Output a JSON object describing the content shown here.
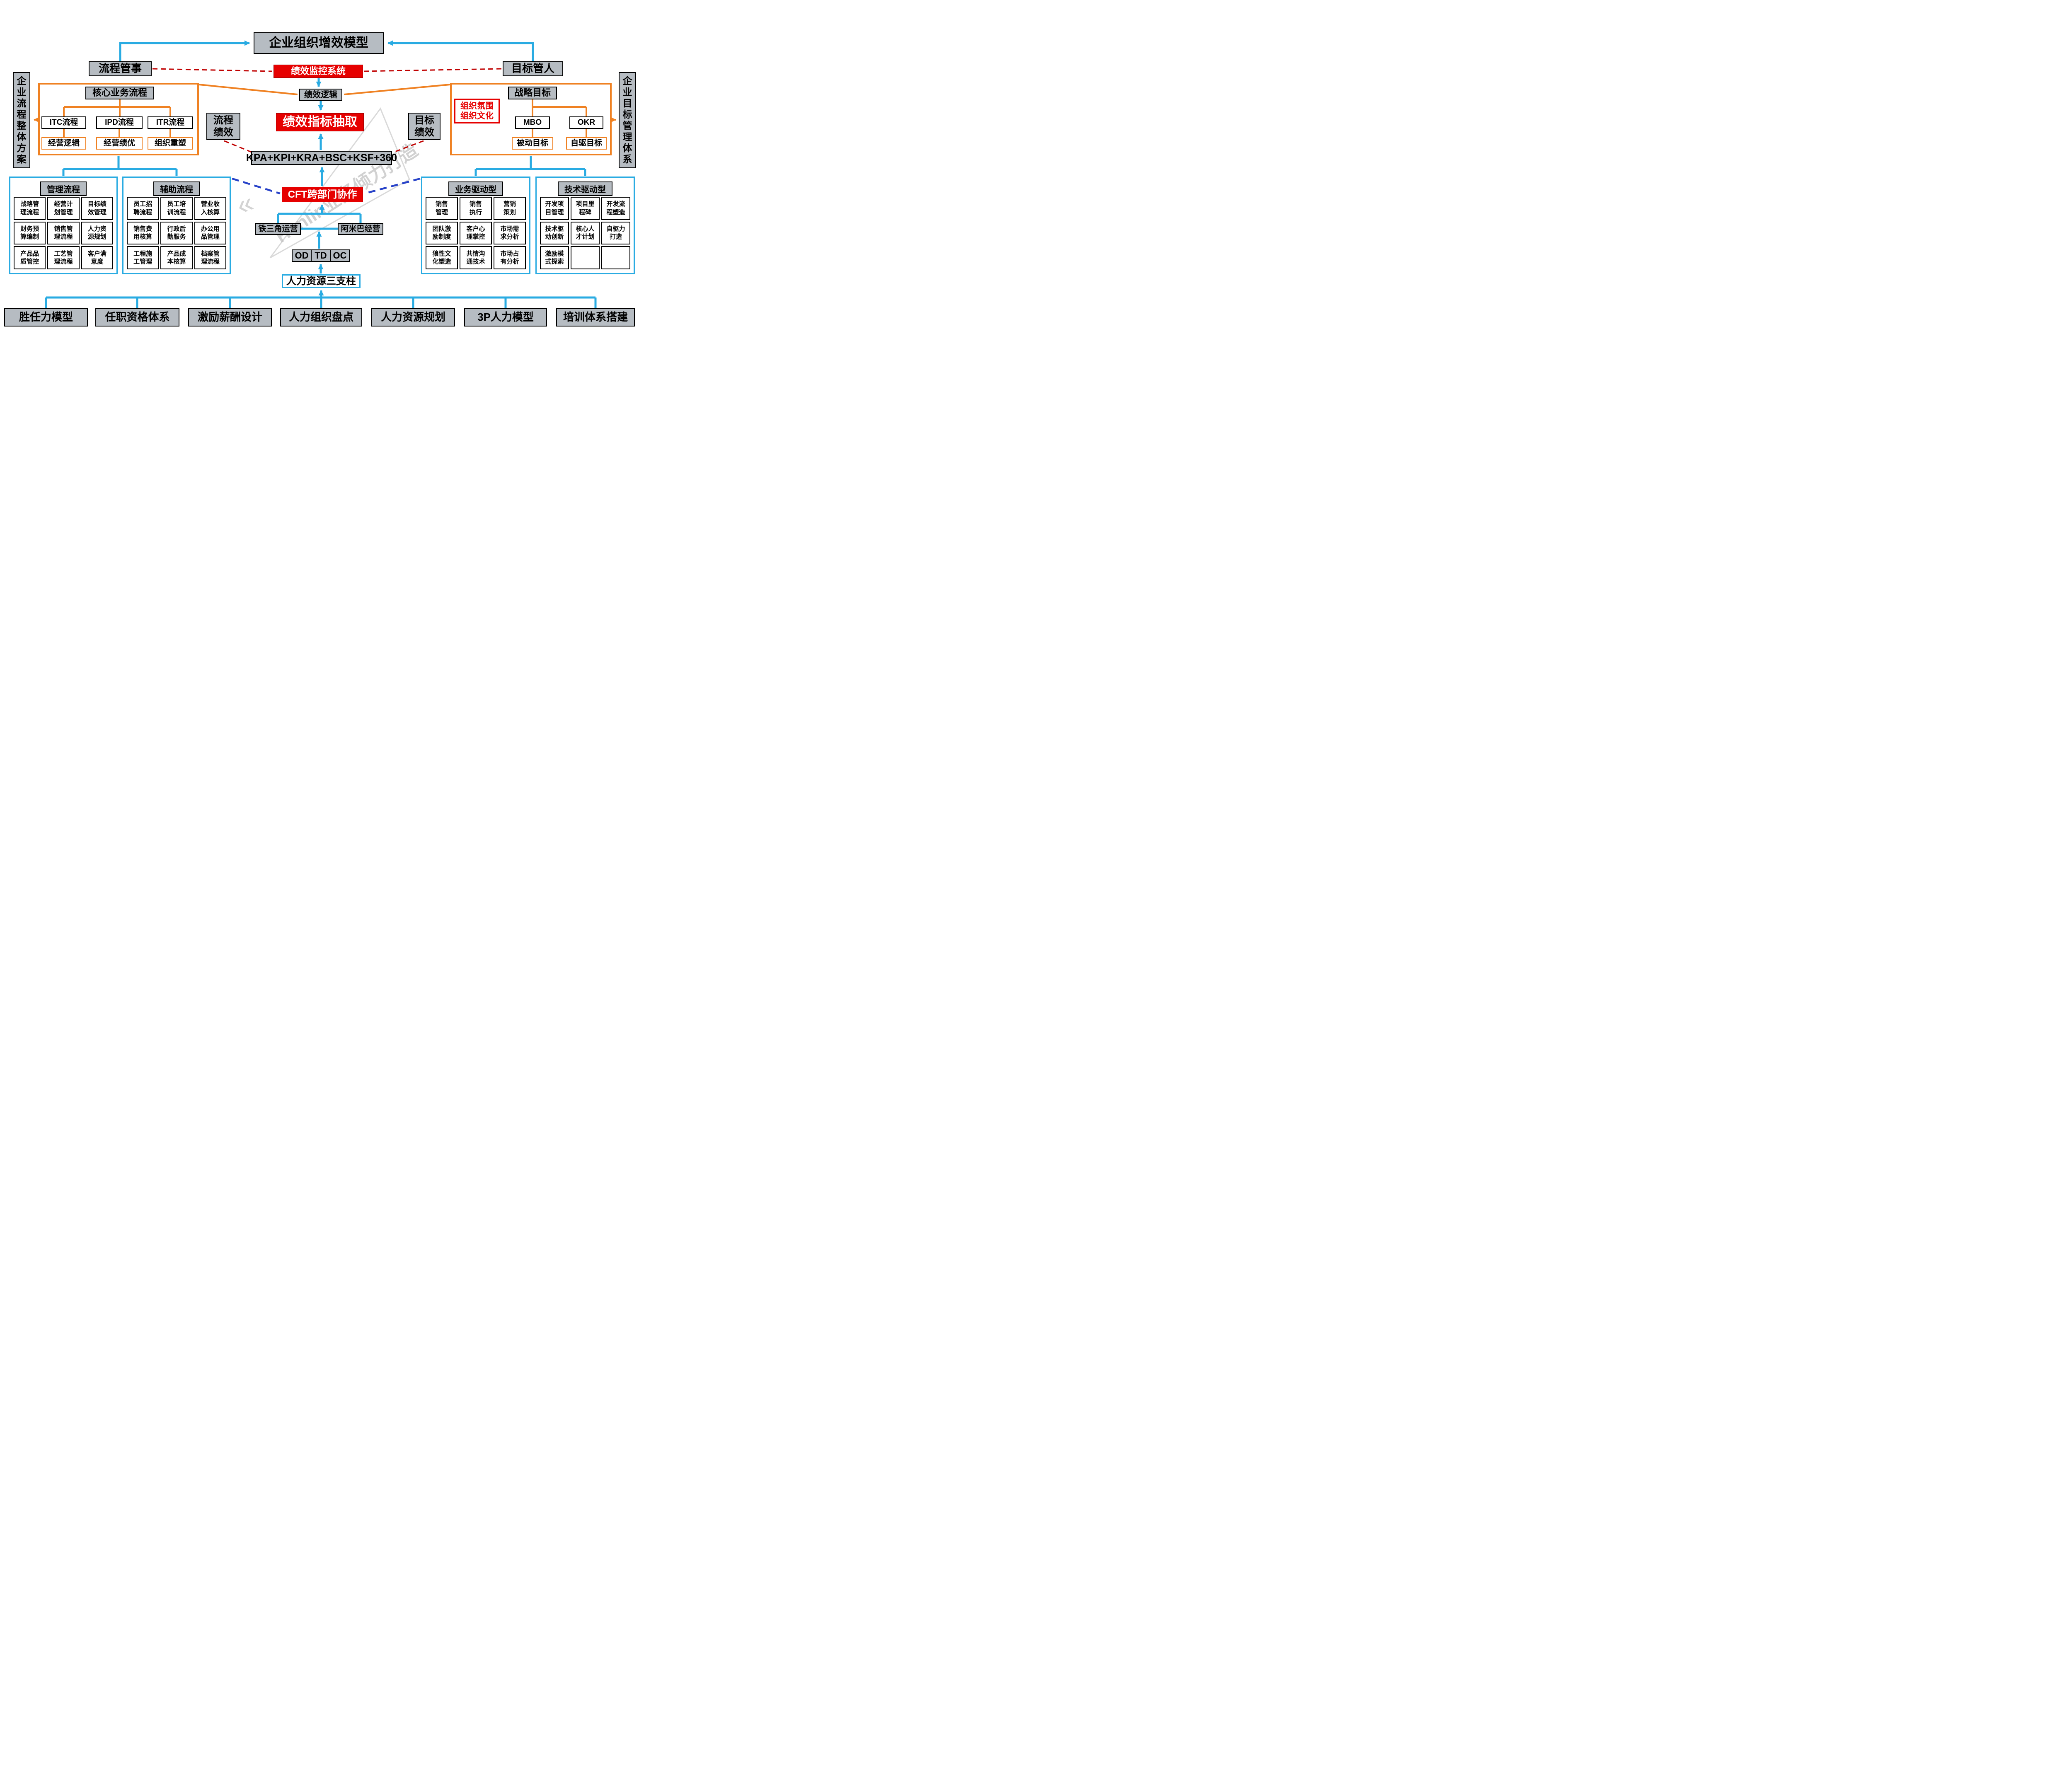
{
  "title": "企业组织增效模型",
  "watermark": "Hanlin业务倾力打造",
  "colors": {
    "accent_blue": "#29abe2",
    "accent_orange": "#ef8122",
    "accent_red": "#e60000",
    "dark_red_dash": "#c00000",
    "dash_blue": "#2742c8",
    "box_gray": "#b6bcc2"
  },
  "top": {
    "process_manage": "流程管事",
    "goal_manage": "目标管人",
    "perf_monitor": "绩效监控系统",
    "perf_logic": "绩效逻辑"
  },
  "left": {
    "vertical_label": "企业流程整体方案",
    "core_title": "核心业务流程",
    "itc": "ITC流程",
    "ipd": "IPD流程",
    "itr": "ITR流程",
    "logic": "经营逻辑",
    "excellence": "经营绩优",
    "reshape": "组织重塑",
    "process_perf": "流程\n绩效"
  },
  "right": {
    "vertical_label": "企业目标管理体系",
    "strategy_title": "战略目标",
    "culture": "组织氛围\n组织文化",
    "mbo": "MBO",
    "okr": "OKR",
    "passive": "被动目标",
    "self_driven": "自驱目标",
    "goal_perf": "目标\n绩效"
  },
  "center": {
    "kpi_extract": "绩效指标抽取",
    "formula": "KPA+KPI+KRA+BSC+KSF+360",
    "cft": "CFT跨部门协作",
    "iron_triangle": "铁三角运营",
    "amoeba": "阿米巴经营",
    "od": "OD",
    "td": "TD",
    "oc": "OC",
    "three_pillars": "人力资源三支柱"
  },
  "tables": {
    "management": {
      "title": "管理流程",
      "cells": [
        "战略管\n理流程",
        "经营计\n划管理",
        "目标绩\n效管理",
        "财务预\n算编制",
        "销售管\n理流程",
        "人力资\n源规划",
        "产品品\n质管控",
        "工艺管\n理流程",
        "客户满\n意度"
      ]
    },
    "auxiliary": {
      "title": "辅助流程",
      "cells": [
        "员工招\n聘流程",
        "员工培\n训流程",
        "营业收\n入核算",
        "销售费\n用核算",
        "行政后\n勤服务",
        "办公用\n品管理",
        "工程施\n工管理",
        "产品成\n本核算",
        "档案管\n理流程"
      ]
    },
    "business": {
      "title": "业务驱动型",
      "cells": [
        "销售\n管理",
        "销售\n执行",
        "营销\n策划",
        "团队激\n励制度",
        "客户心\n理掌控",
        "市场需\n求分析",
        "狼性文\n化塑造",
        "共情沟\n通技术",
        "市场占\n有分析"
      ]
    },
    "technology": {
      "title": "技术驱动型",
      "cells": [
        "开发项\n目管理",
        "项目里\n程碑",
        "开发流\n程塑造",
        "技术驱\n动创新",
        "核心人\n才计划",
        "自驱力\n打造",
        "激励模\n式探索",
        "",
        ""
      ]
    }
  },
  "bottom": [
    "胜任力模型",
    "任职资格体系",
    "激励薪酬设计",
    "人力组织盘点",
    "人力资源规划",
    "3P人力模型",
    "培训体系搭建"
  ]
}
